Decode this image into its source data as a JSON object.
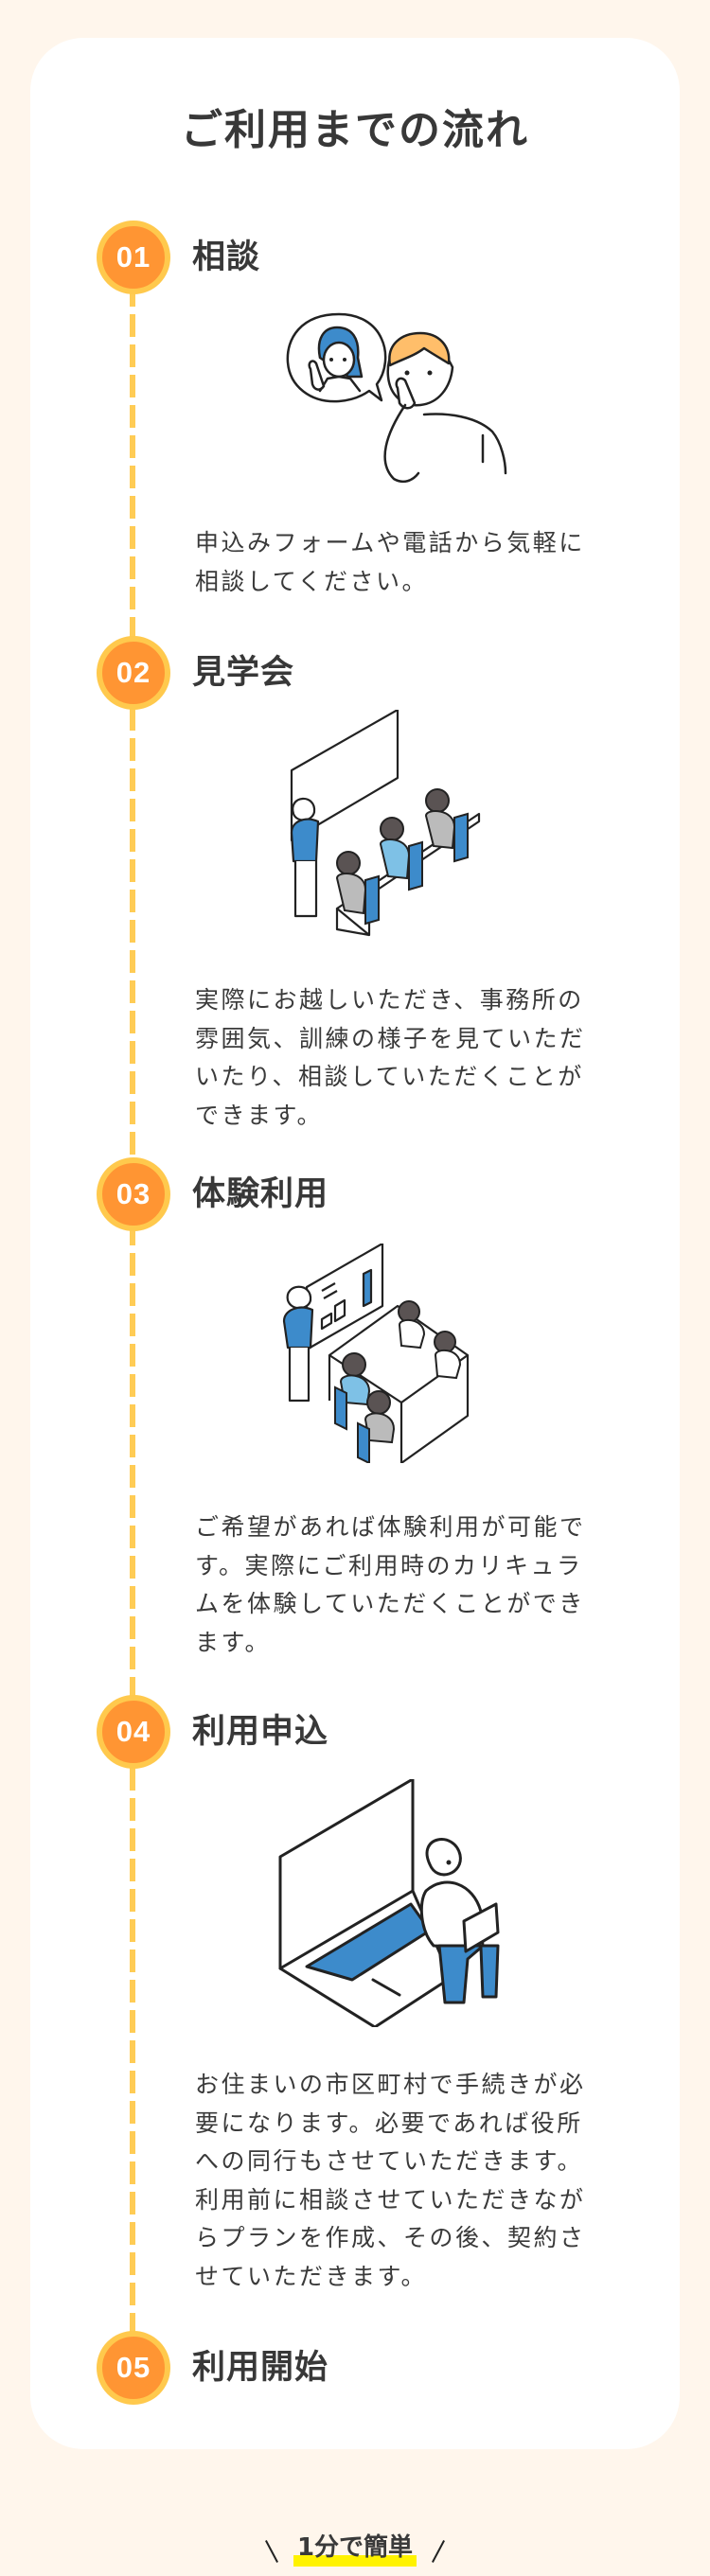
{
  "page": {
    "title": "ご利用までの流れ"
  },
  "steps": [
    {
      "number": "01",
      "title": "相談",
      "lines": [
        "申込みフォームや電話から気軽に",
        "相談してください。"
      ]
    },
    {
      "number": "02",
      "title": "見学会",
      "lines": [
        "実際にお越しいただき、事務所の",
        "雰囲気、訓練の様子を見ていただ",
        "いたり、相談していただくことが",
        "できます。"
      ]
    },
    {
      "number": "03",
      "title": "体験利用",
      "lines": [
        "ご希望があれば体験利用が可能で",
        "す。実際にご利用時のカリキュラ",
        "ムを体験していただくことができ",
        "ます。"
      ]
    },
    {
      "number": "04",
      "title": "利用申込",
      "lines": [
        "お住まいの市区町村で手続きが必",
        "要になります。必要であれば役所",
        "への同行もさせていただきます。",
        "利用前に相談させていただきなが",
        "らプランを作成、その後、契約さ",
        "せていただきます。"
      ]
    },
    {
      "number": "05",
      "title": "利用開始"
    }
  ],
  "footer": {
    "label": "1分で簡単"
  },
  "colors": {
    "accent": "#FF9533",
    "ring": "#FFC94D",
    "line": "#FFCC55",
    "bg": "#FFF6EC",
    "highlight": "#FFF200",
    "illus_blue": "#3D8BCB"
  }
}
